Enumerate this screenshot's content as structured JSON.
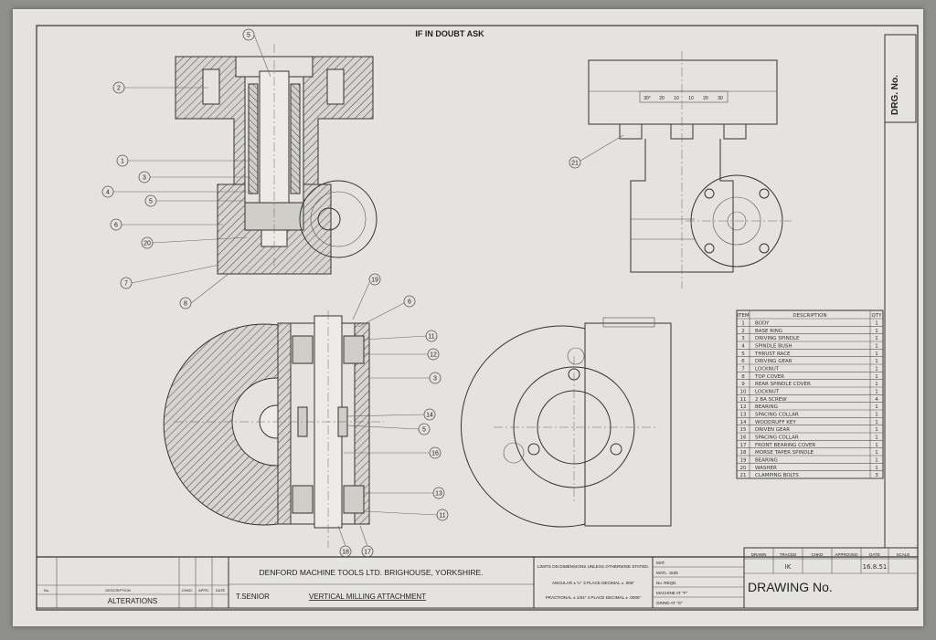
{
  "header": {
    "note": "IF IN DOUBT ASK"
  },
  "side_label": "DRG. No.",
  "balloons_a": [
    "5",
    "2",
    "1",
    "3",
    "4",
    "5",
    "6",
    "20",
    "7",
    "8"
  ],
  "balloons_b": [
    "21"
  ],
  "balloons_c": [
    "19",
    "6",
    "11",
    "12",
    "3",
    "14",
    "5",
    "16",
    "13",
    "11",
    "18",
    "17"
  ],
  "parts_table": {
    "headers": [
      "ITEM",
      "DESCRIPTION",
      "QTY"
    ],
    "rows": [
      [
        "1",
        "BODY",
        "1"
      ],
      [
        "2",
        "BASE RING",
        "1"
      ],
      [
        "3",
        "DRIVING SPINDLE",
        "1"
      ],
      [
        "4",
        "SPINDLE BUSH",
        "1"
      ],
      [
        "5",
        "THRUST RACE",
        "1"
      ],
      [
        "6",
        "DRIVING GEAR",
        "1"
      ],
      [
        "7",
        "LOCKNUT",
        "1"
      ],
      [
        "8",
        "TOP COVER",
        "1"
      ],
      [
        "9",
        "REAR SPINDLE COVER",
        "1"
      ],
      [
        "10",
        "LOCKNUT",
        "1"
      ],
      [
        "11",
        "2 BA SCREW",
        "4"
      ],
      [
        "12",
        "BEARING",
        "1"
      ],
      [
        "13",
        "SPACING COLLAR",
        "1"
      ],
      [
        "14",
        "WOODRUFF KEY",
        "1"
      ],
      [
        "15",
        "DRIVEN GEAR",
        "1"
      ],
      [
        "16",
        "SPACING COLLAR",
        "1"
      ],
      [
        "17",
        "FRONT BEARING COVER",
        "1"
      ],
      [
        "18",
        "MORSE TAPER SPINDLE",
        "1"
      ],
      [
        "19",
        "BEARING",
        "1"
      ],
      [
        "20",
        "WASHER",
        "1"
      ],
      [
        "21",
        "CLAMPING BOLTS",
        "3"
      ]
    ]
  },
  "title_block": {
    "alterations_cols": [
      "No.",
      "DESCRIPTION",
      "CHKD.",
      "APPD.",
      "DATE"
    ],
    "alterations_label": "ALTERATIONS",
    "company": "DENFORD MACHINE TOOLS LTD.  BRIGHOUSE,  YORKSHIRE.",
    "designer": "T.SENIOR",
    "title": "VERTICAL MILLING ATTACHMENT",
    "tol_heading": "LIMITS ON DIMENSIONS UNLESS OTHERWISE STATED.",
    "tol_row1": "ANGULAR ± ½°   3 PLACE DECIMAL ± .005\"",
    "tol_row2": "FRACTIONAL ± 1/64\"   4 PLACE DECIMAL ± .0005\"",
    "mat_fields": [
      "MAT.",
      "MATL. SIZE",
      "No. REQD.",
      "MACHINE AT \"F\"",
      "GRIND AT \"G\""
    ],
    "sign_cols": [
      "DRAWN",
      "TRACED",
      "CHKD",
      "APPROVED",
      "DATE",
      "SCALE"
    ],
    "sign_values": [
      "",
      "IK",
      "",
      "",
      "16.8.51",
      ""
    ],
    "drawing_no_label": "DRAWING No.",
    "corner_left": "",
    "corner_right": ""
  },
  "end_view": {
    "scale_marks": [
      "30°",
      "20",
      "10",
      "10",
      "20",
      "30"
    ]
  },
  "colors": {
    "paper": "#e4e3e0",
    "ink": "#333333",
    "background": "#8f8f8b"
  }
}
